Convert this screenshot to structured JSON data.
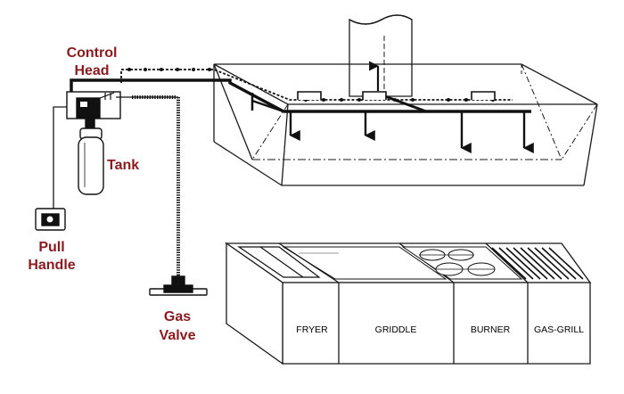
{
  "labels": {
    "control_head_line1": "Control",
    "control_head_line2": "Head",
    "tank": "Tank",
    "pull_handle_line1": "Pull",
    "pull_handle_line2": "Handle",
    "gas_valve_line1": "Gas",
    "gas_valve_line2": "Valve"
  },
  "appliances": {
    "fryer": "FRYER",
    "griddle": "GRIDDLE",
    "burner": "BURNER",
    "gas_grill": "GAS-GRILL"
  },
  "colors": {
    "label": "#8b1a1f",
    "line": "#1a1a1a",
    "pipe": "#111111",
    "background": "#ffffff"
  }
}
